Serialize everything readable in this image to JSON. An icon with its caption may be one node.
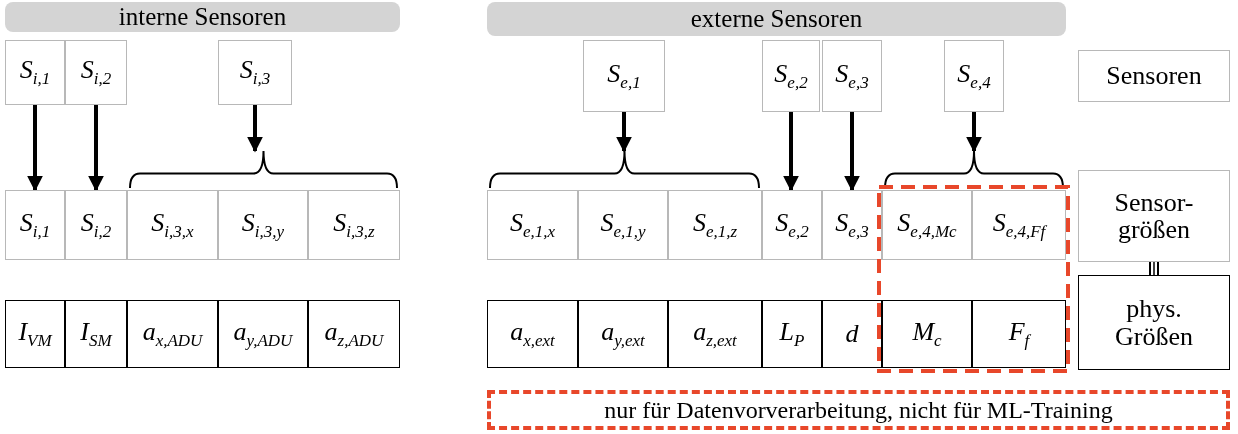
{
  "diagram": {
    "nodes": [
      {
        "text": [
          "interne Sensoren"
        ]
      },
      {
        "text": [
          "externe Sensoren"
        ]
      },
      {
        "text": [
          "S$_{i,1}$"
        ]
      },
      {
        "text": [
          "S$_{i,2}$"
        ]
      },
      {
        "text": [
          "S$_{i,3}$"
        ]
      },
      {
        "text": [
          "S$_{e,1}$"
        ]
      },
      {
        "text": [
          "S$_{e,2}$"
        ]
      },
      {
        "text": [
          "S$_{e,3}$"
        ]
      },
      {
        "text": [
          "S$_{e,4}$"
        ]
      },
      {
        "text": [
          "Sensoren"
        ]
      },
      {
        "text": [
          "S$_{i,1}$"
        ]
      },
      {
        "text": [
          "S$_{i,2}$"
        ]
      },
      {
        "text": [
          "S$_{i,3,x}$"
        ]
      },
      {
        "text": [
          "S$_{i,3,y}$"
        ]
      },
      {
        "text": [
          "S$_{i,3,z}$"
        ]
      },
      {
        "text": [
          "S$_{e,1,x}$"
        ]
      },
      {
        "text": [
          "S$_{e,1,y}$"
        ]
      },
      {
        "text": [
          "S$_{e,1,z}$"
        ]
      },
      {
        "text": [
          "S$_{e,2}$"
        ]
      },
      {
        "text": [
          "S$_{e,3}$"
        ]
      },
      {
        "text": [
          "S$_{e,4,Mc}$"
        ]
      },
      {
        "text": [
          "S$_{e,4,Ff}$"
        ]
      },
      {
        "text": [
          "Sensor- größen"
        ]
      },
      {
        "text": [
          "I$_{VM}$"
        ]
      },
      {
        "text": [
          "I$_{SM}$"
        ]
      },
      {
        "text": [
          "a$_{x,ADU}$"
        ]
      },
      {
        "text": [
          "a$_{y,ADU}$"
        ]
      },
      {
        "text": [
          "a$_{z,ADU}$"
        ]
      },
      {
        "text": [
          "a$_{x,ext}$"
        ]
      },
      {
        "text": [
          "a$_{y,ext}$"
        ]
      },
      {
        "text": [
          "a$_{z,ext}$"
        ]
      },
      {
        "text": [
          "L$_{P}$"
        ]
      },
      {
        "text": [
          "d"
        ]
      },
      {
        "text": [
          "M$_{c}$"
        ]
      },
      {
        "text": [
          "F$_{f}$"
        ]
      },
      {
        "text": [
          "phys. Größen"
        ]
      },
      {
        "text": [],
        "shape": "brace"
      },
      {
        "text": [],
        "shape": "brace"
      },
      {
        "text": [],
        "shape": "brace"
      }
    ],
    "edges": [
      {
        "from": 2,
        "to": 10,
        "arrow": "to"
      },
      {
        "from": 3,
        "to": 11,
        "arrow": "to"
      },
      {
        "from": 4,
        "to": 36,
        "arrow": "to"
      },
      {
        "from": 5,
        "to": 37,
        "arrow": "to"
      },
      {
        "from": 6,
        "to": 18,
        "arrow": "to"
      },
      {
        "from": 7,
        "to": 19,
        "arrow": "to"
      },
      {
        "from": 8,
        "to": 38,
        "arrow": "to"
      },
      {
        "from": 22,
        "to": 35,
        "arrow": "none"
      }
    ],
    "legend": [
      {
        "text": "nur für Datenvorverarbeitung, nicht für ML-Training"
      }
    ]
  }
}
